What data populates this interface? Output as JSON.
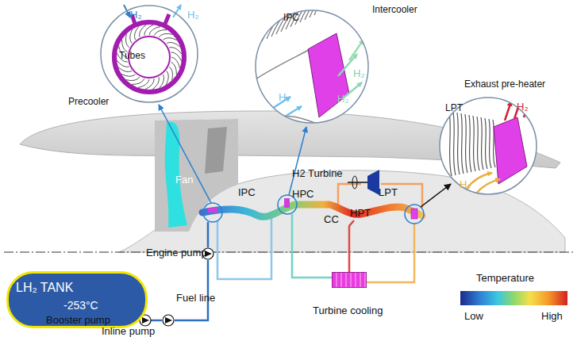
{
  "diagram": {
    "nodes": [
      {
        "text": [
          "Precooler",
          "H₂",
          "H₂",
          "Tubes"
        ]
      },
      {
        "text": [
          "Intercooler",
          "IPC",
          "H₂",
          "H₂",
          "H₂"
        ]
      },
      {
        "text": [
          "Exhaust pre-heater",
          "LPT",
          "H₂",
          "H₂"
        ]
      },
      {
        "text": [
          "LH₂ TANK",
          "-253°C"
        ]
      },
      {
        "text": [
          "Turbine cooling"
        ]
      }
    ],
    "labels": [
      "Fan",
      "IPC",
      "HPC",
      "CC",
      "HPT",
      "LPT",
      "H2 Turbine",
      "Engine pump",
      "Fuel line",
      "Booster pump",
      "Inline pump",
      "Temperature",
      "Low",
      "High"
    ]
  }
}
